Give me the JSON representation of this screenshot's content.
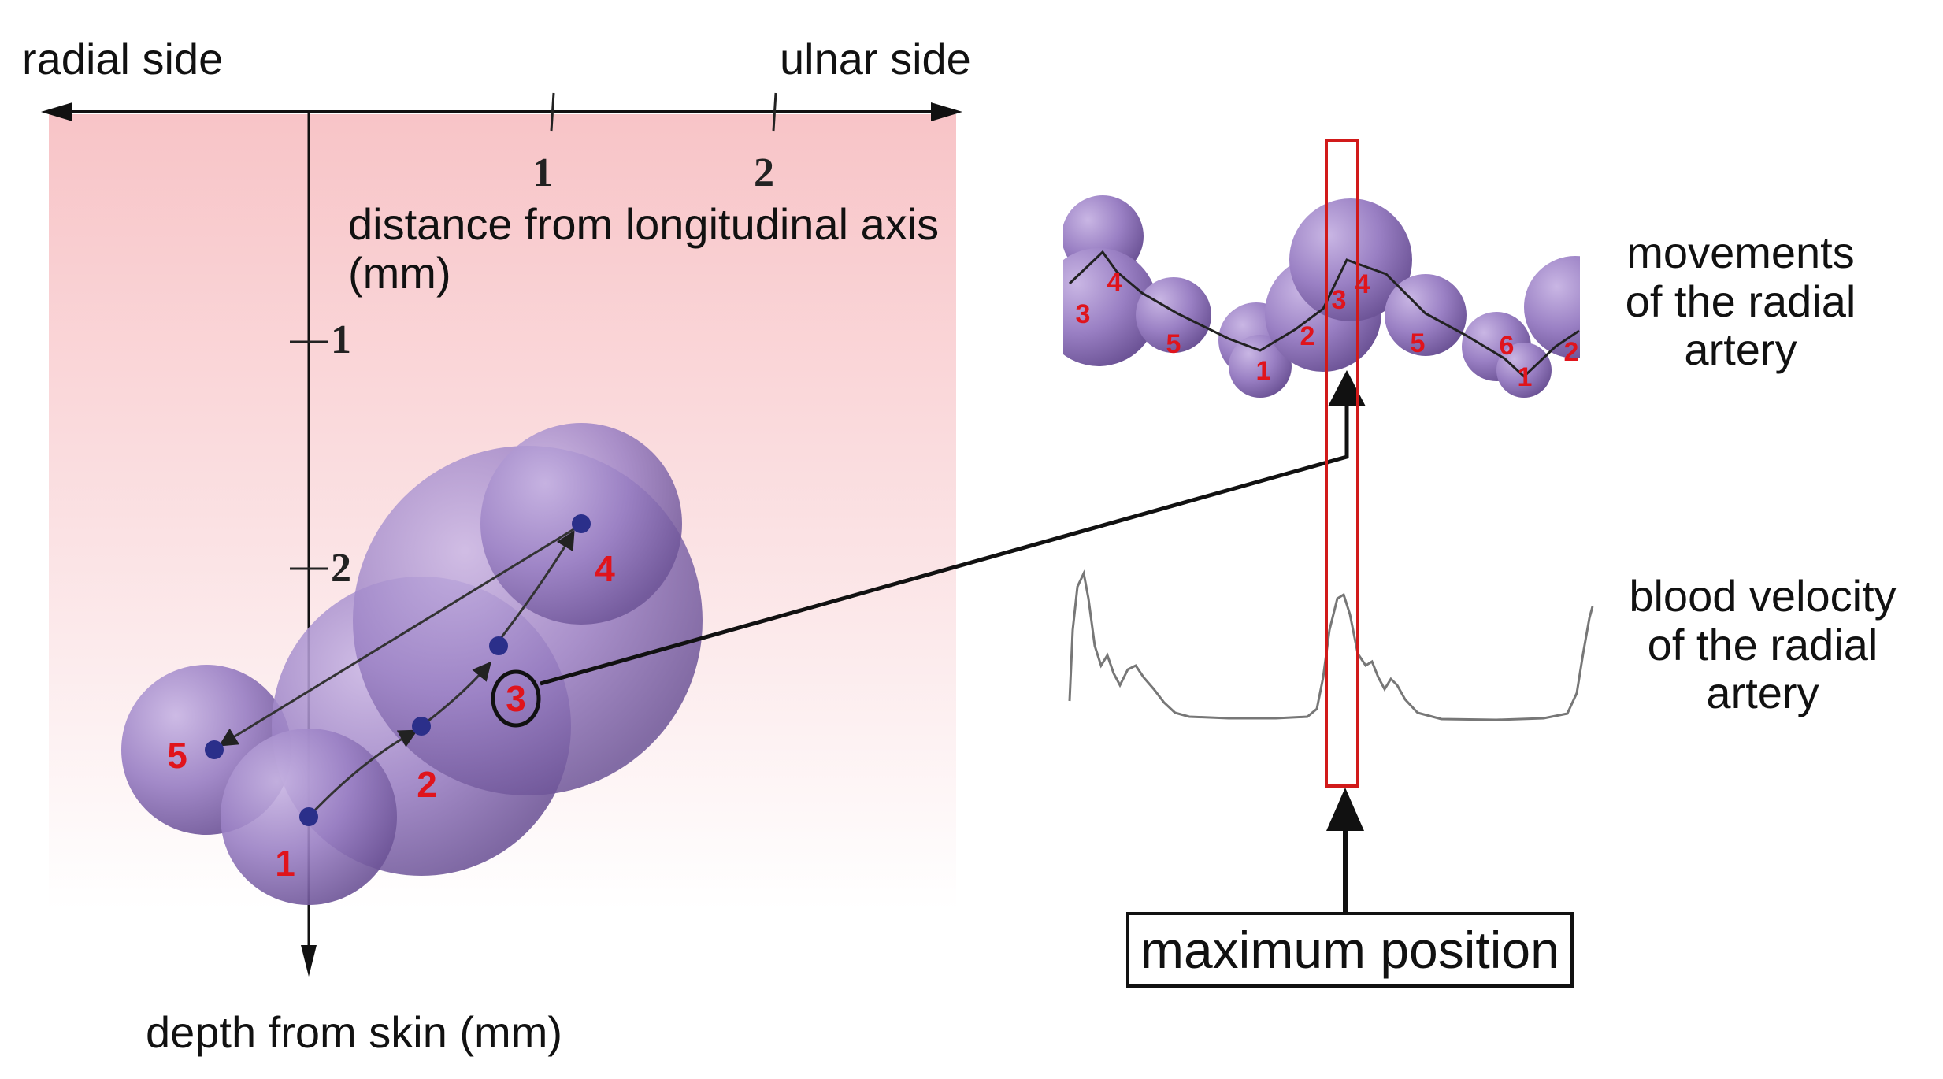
{
  "labels": {
    "radial_side": "radial side",
    "ulnar_side": "ulnar side",
    "distance_axis_line1": "distance from longitudinal axis",
    "distance_axis_line2": "(mm)",
    "depth_axis": "depth from skin (mm)",
    "movements_line1": "movements",
    "movements_line2": "of the radial",
    "movements_line3": "artery",
    "velocity_line1": "blood velocity",
    "velocity_line2": "of the radial",
    "velocity_line3": "artery",
    "maximum_position": "maximum position"
  },
  "x_ticks": [
    "1",
    "2"
  ],
  "y_ticks": [
    "1",
    "2"
  ],
  "positions_left": [
    {
      "label": "1"
    },
    {
      "label": "2"
    },
    {
      "label": "3"
    },
    {
      "label": "4"
    },
    {
      "label": "5"
    }
  ],
  "strip_labels": [
    "3",
    "4",
    "5",
    "1",
    "2",
    "3",
    "4",
    "5",
    "6",
    "1",
    "2"
  ],
  "colors": {
    "sphere": "#8f74b8",
    "sphere_dark": "#5f4a8a",
    "center_dot": "#2b2f8a",
    "number_red": "#e0141c",
    "highlight_box": "#d11a1a",
    "background_pink": "#f9c9cc",
    "velocity_trace": "#777777"
  }
}
